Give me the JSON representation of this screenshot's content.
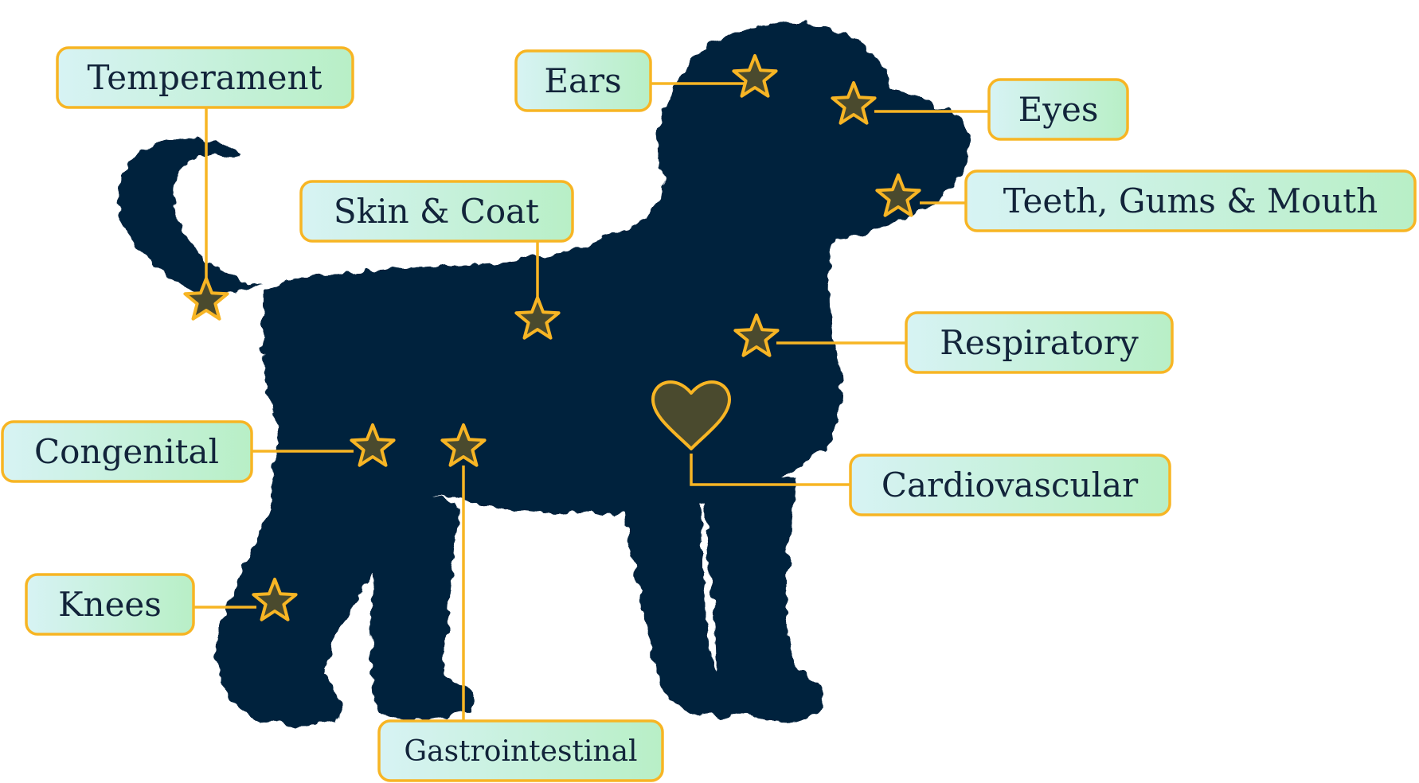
{
  "colors": {
    "dog": "#03223d",
    "accent": "#f7b524",
    "marker_fill": "#4a4a2e",
    "label_grad_start": "#d7f3f4",
    "label_grad_end": "#b8efc6",
    "label_text": "#12243a"
  },
  "markers": [
    {
      "name": "tail-star",
      "shape": "star"
    },
    {
      "name": "ears-star",
      "shape": "star"
    },
    {
      "name": "eyes-star",
      "shape": "star"
    },
    {
      "name": "mouth-star",
      "shape": "star"
    },
    {
      "name": "back-star",
      "shape": "star"
    },
    {
      "name": "chest-star",
      "shape": "star"
    },
    {
      "name": "hip-star",
      "shape": "star"
    },
    {
      "name": "belly-star",
      "shape": "star"
    },
    {
      "name": "knee-star",
      "shape": "star"
    },
    {
      "name": "heart",
      "shape": "heart"
    }
  ],
  "labels": {
    "temperament": "Temperament",
    "ears": "Ears",
    "eyes": "Eyes",
    "skin_coat": "Skin & Coat",
    "teeth_gums_mouth": "Teeth, Gums & Mouth",
    "respiratory": "Respiratory",
    "congenital": "Congenital",
    "cardiovascular": "Cardiovascular",
    "knees": "Knees",
    "gastrointestinal": "Gastrointestinal"
  }
}
